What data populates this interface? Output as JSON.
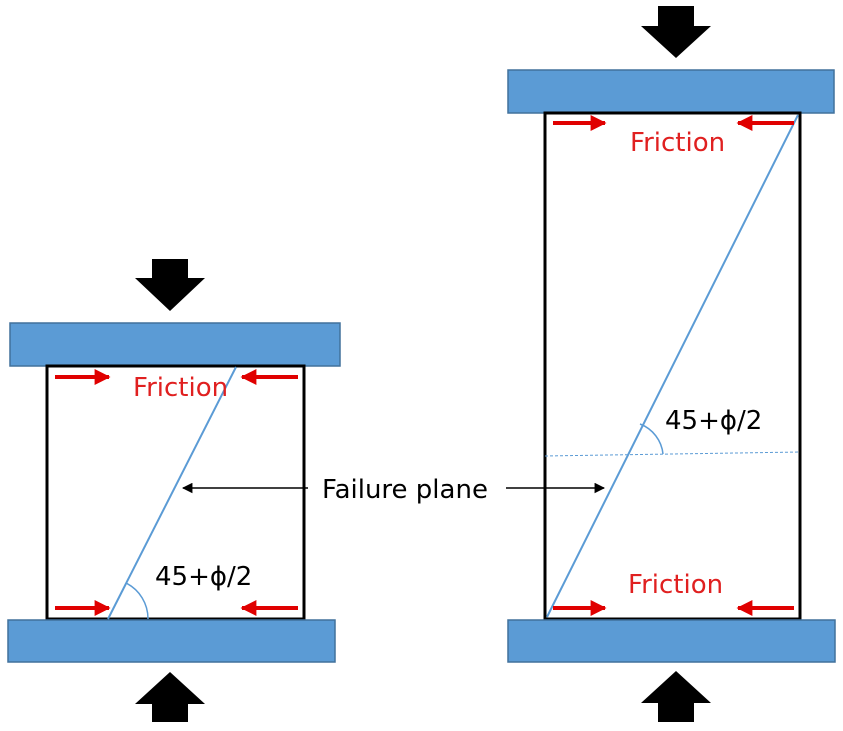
{
  "labels": {
    "friction": "Friction",
    "angle": "45+ϕ/2",
    "failure_plane": "Failure plane"
  },
  "colors": {
    "platen_fill": "#5b9bd5",
    "platen_stroke": "#41719c",
    "friction_arrow": "#e00000",
    "friction_text": "#e02020",
    "failure_line": "#5b9bd5",
    "load_arrow": "#000000",
    "specimen_outline": "#000000"
  },
  "specimens": [
    {
      "id": "short",
      "description_slot": "left"
    },
    {
      "id": "tall",
      "description_slot": "right"
    }
  ],
  "icons": {
    "load_arrow": "thick-black-arrow-icon",
    "friction_arrow": "red-arrow-icon",
    "pointer_arrow": "thin-black-arrow-icon"
  }
}
